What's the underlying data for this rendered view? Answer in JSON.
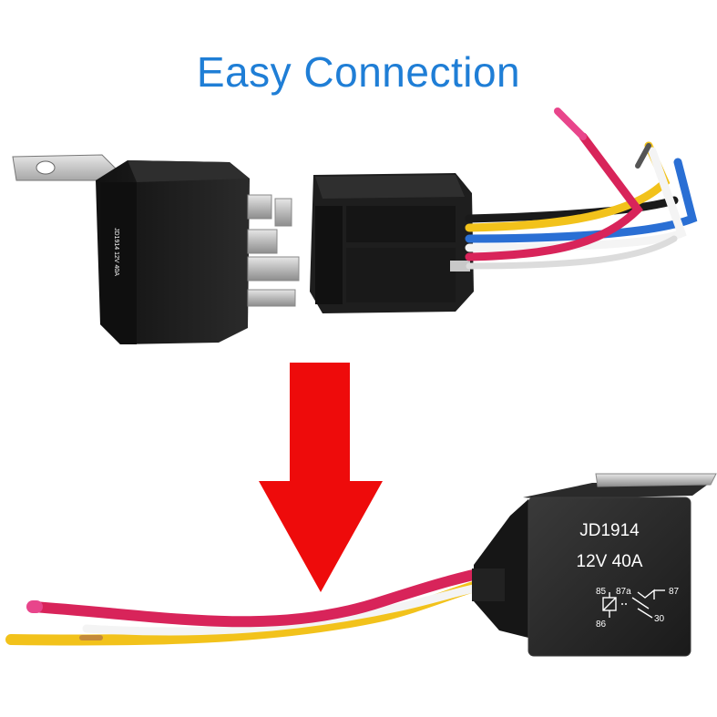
{
  "title": "Easy Connection",
  "relay": {
    "model": "JD1914",
    "rating": "12V  40A",
    "pins": {
      "p85": "85",
      "p87a": "87a",
      "p87": "87",
      "p86": "86",
      "p30": "30"
    }
  },
  "colors": {
    "title": "#1f7ed6",
    "arrow": "#ee0b0b",
    "relay_body": "#1c1c1c",
    "wire_red": "#d8245a",
    "wire_yellow": "#f2c21b",
    "wire_blue": "#2a6fd4",
    "wire_black": "#1a1a1a",
    "wire_white": "#f4f4f4"
  }
}
